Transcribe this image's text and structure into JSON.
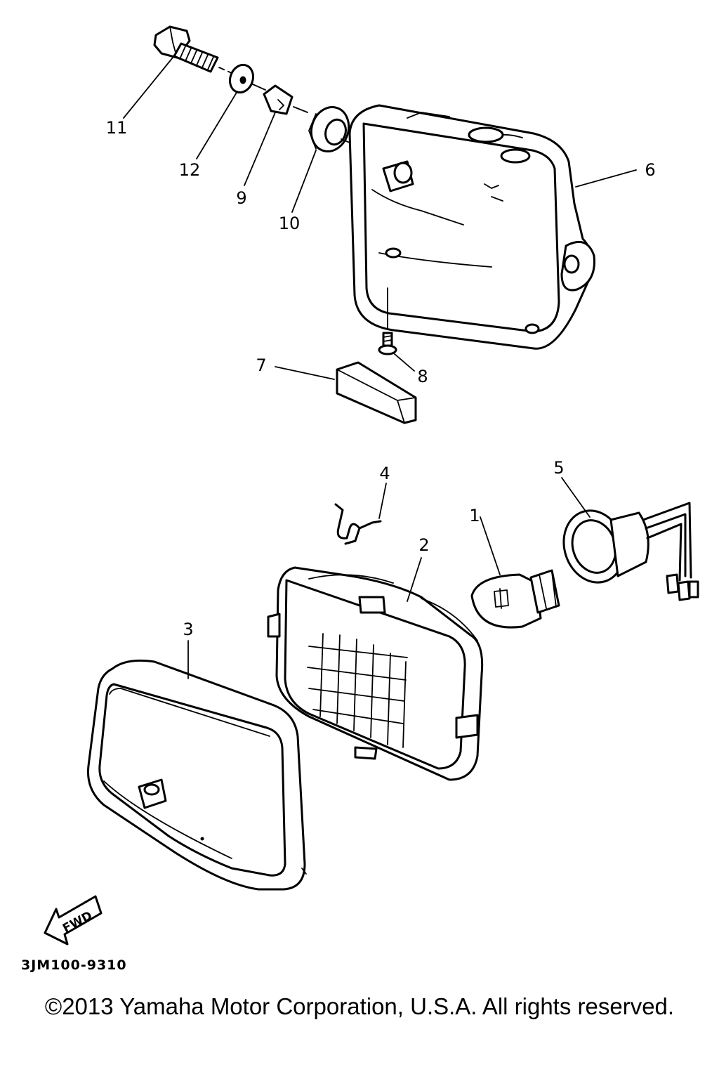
{
  "callouts": {
    "c1": "1",
    "c2": "2",
    "c3": "3",
    "c4": "4",
    "c5": "5",
    "c6": "6",
    "c7": "7",
    "c8": "8",
    "c9": "9",
    "c10": "10",
    "c11": "11",
    "c12": "12"
  },
  "direction_label": "FWD",
  "diagram_code": "3JM100-9310",
  "copyright": "©2013 Yamaha Motor Corporation, U.S.A. All rights reserved."
}
